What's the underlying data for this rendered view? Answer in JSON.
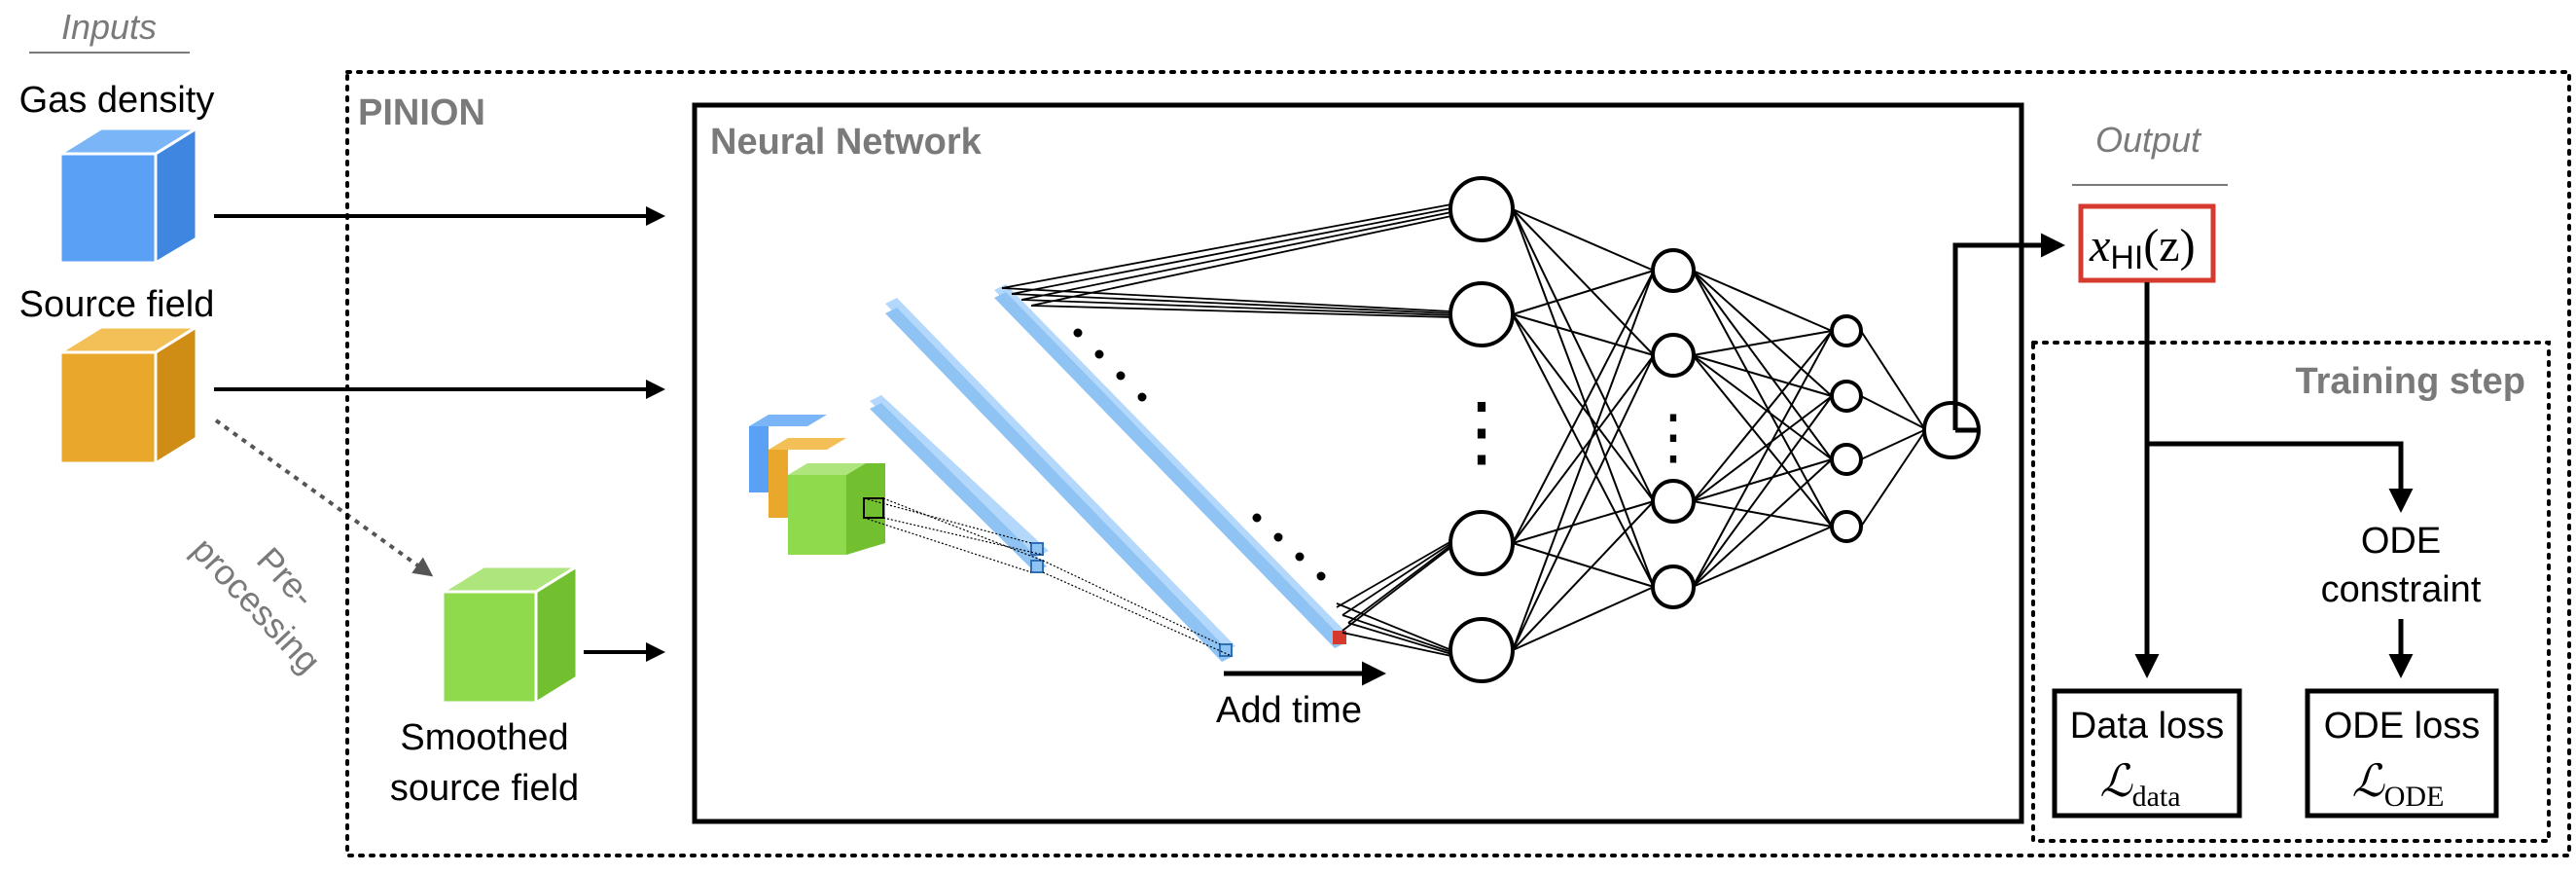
{
  "inputs": {
    "heading": "Inputs",
    "gas_density": "Gas density",
    "source_field": "Source field",
    "preprocessing_line1": "Pre-",
    "preprocessing_line2": "processing",
    "smoothed_line1": "Smoothed",
    "smoothed_line2": "source field"
  },
  "pinion": {
    "label": "PINION"
  },
  "network": {
    "title": "Neural Network",
    "add_time": "Add time",
    "hidden_dots": "⋮"
  },
  "output": {
    "heading": "Output",
    "variable": "x",
    "variable_sub": "HI",
    "variable_arg": "(z)"
  },
  "training": {
    "title": "Training step",
    "ode_constraint_line1": "ODE",
    "ode_constraint_line2": "constraint",
    "data_loss_label": "Data loss",
    "data_loss_symbol": "ℒ",
    "data_loss_sub": "data",
    "ode_loss_label": "ODE loss",
    "ode_loss_symbol": "ℒ",
    "ode_loss_sub": "ODE"
  },
  "colors": {
    "gas_cube": "#5aa0f5",
    "source_cube": "#e9a82b",
    "smoothed_cube": "#8fd94c",
    "filter_blue": "#8fc3f3",
    "output_box": "#d63a2f",
    "grey_text": "#7a7a7a"
  }
}
